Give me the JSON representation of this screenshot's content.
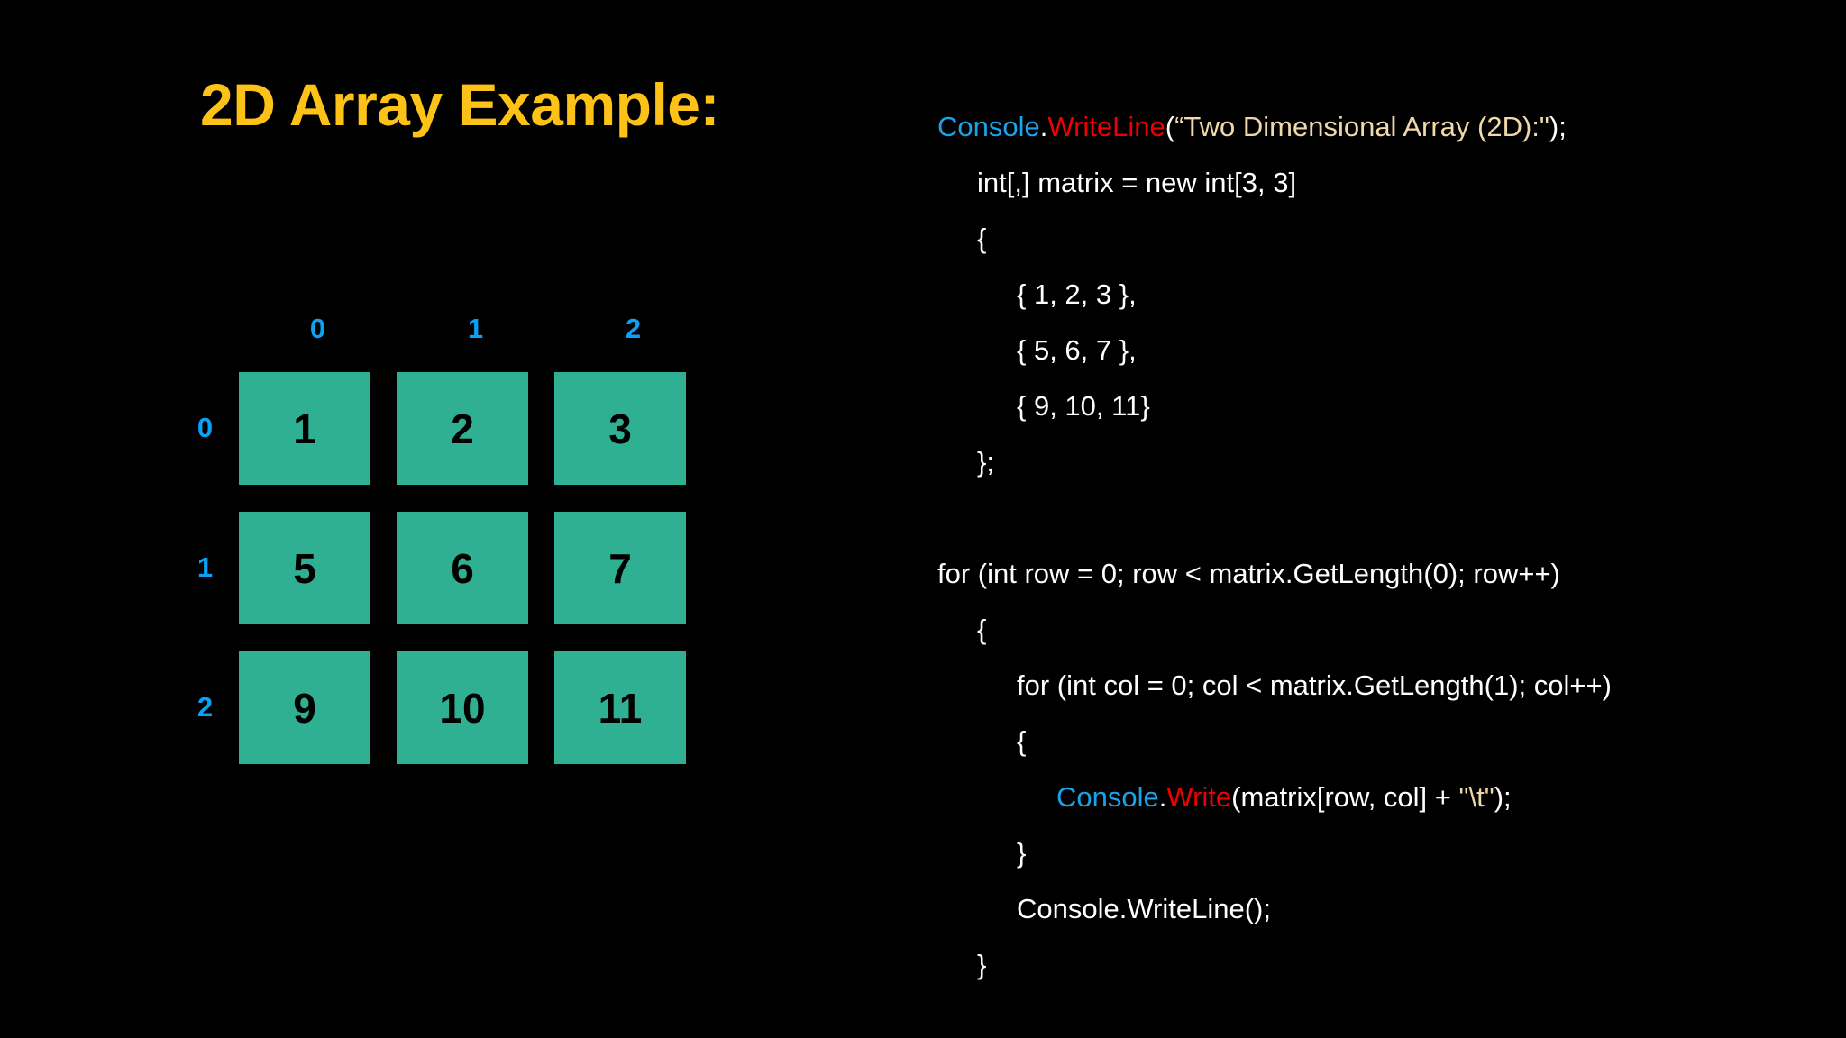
{
  "slide": {
    "background_color": "#000000",
    "title": "2D Array Example:",
    "title_color": "#fcc217"
  },
  "matrix_figure": {
    "name": "2D array index grid",
    "cell_fill_color": "#2fb093",
    "cell_text_color": "#000000",
    "index_label_color": "#0aa2f5",
    "column_headers": [
      "0",
      "1",
      "2"
    ],
    "row_headers": [
      "0",
      "1",
      "2"
    ],
    "rows": [
      {
        "header": "0",
        "cells": [
          "1",
          "2",
          "3"
        ]
      },
      {
        "header": "1",
        "cells": [
          "5",
          "6",
          "7"
        ]
      },
      {
        "header": "2",
        "cells": [
          "9",
          "10",
          "11"
        ]
      }
    ]
  },
  "code": {
    "language": "csharp",
    "colors": {
      "class": "#1aa3e8",
      "method": "#ee0000",
      "string": "#f0d9a8",
      "plain": "#ffffff"
    },
    "lines": [
      {
        "indent": 0,
        "tokens": [
          {
            "t": "Console",
            "c": "class"
          },
          {
            "t": ".",
            "c": "plain"
          },
          {
            "t": "WriteLine",
            "c": "method"
          },
          {
            "t": "(",
            "c": "plain"
          },
          {
            "t": "“Two Dimensional Array (2D):\"",
            "c": "string"
          },
          {
            "t": ");",
            "c": "plain"
          }
        ]
      },
      {
        "indent": 1,
        "tokens": [
          {
            "t": "int[,] matrix = new int[3, 3]",
            "c": "plain"
          }
        ]
      },
      {
        "indent": 1,
        "tokens": [
          {
            "t": "{",
            "c": "plain"
          }
        ]
      },
      {
        "indent": 2,
        "tokens": [
          {
            "t": "{ 1, 2, 3 },",
            "c": "plain"
          }
        ]
      },
      {
        "indent": 2,
        "tokens": [
          {
            "t": "{ 5, 6, 7 },",
            "c": "plain"
          }
        ]
      },
      {
        "indent": 2,
        "tokens": [
          {
            "t": "{ 9, 10, 11}",
            "c": "plain"
          }
        ]
      },
      {
        "indent": 1,
        "tokens": [
          {
            "t": "};",
            "c": "plain"
          }
        ]
      },
      {
        "indent": 0,
        "tokens": [
          {
            "t": "",
            "c": "plain"
          }
        ]
      },
      {
        "indent": 0,
        "tokens": [
          {
            "t": "for (int row = 0; row < matrix.GetLength(0); row++)",
            "c": "plain"
          }
        ]
      },
      {
        "indent": 1,
        "tokens": [
          {
            "t": "{",
            "c": "plain"
          }
        ]
      },
      {
        "indent": 2,
        "tokens": [
          {
            "t": "for (int col = 0; col < matrix.GetLength(1); col++)",
            "c": "plain"
          }
        ]
      },
      {
        "indent": 2,
        "tokens": [
          {
            "t": "{",
            "c": "plain"
          }
        ]
      },
      {
        "indent": 3,
        "tokens": [
          {
            "t": "Console",
            "c": "class"
          },
          {
            "t": ".",
            "c": "plain"
          },
          {
            "t": "Write",
            "c": "method"
          },
          {
            "t": "(matrix[row, col] + ",
            "c": "plain"
          },
          {
            "t": "\"\\t\"",
            "c": "string"
          },
          {
            "t": ");",
            "c": "plain"
          }
        ]
      },
      {
        "indent": 2,
        "tokens": [
          {
            "t": "}",
            "c": "plain"
          }
        ]
      },
      {
        "indent": 2,
        "tokens": [
          {
            "t": "Console.WriteLine();",
            "c": "plain"
          }
        ]
      },
      {
        "indent": 1,
        "tokens": [
          {
            "t": "}",
            "c": "plain"
          }
        ]
      }
    ]
  }
}
